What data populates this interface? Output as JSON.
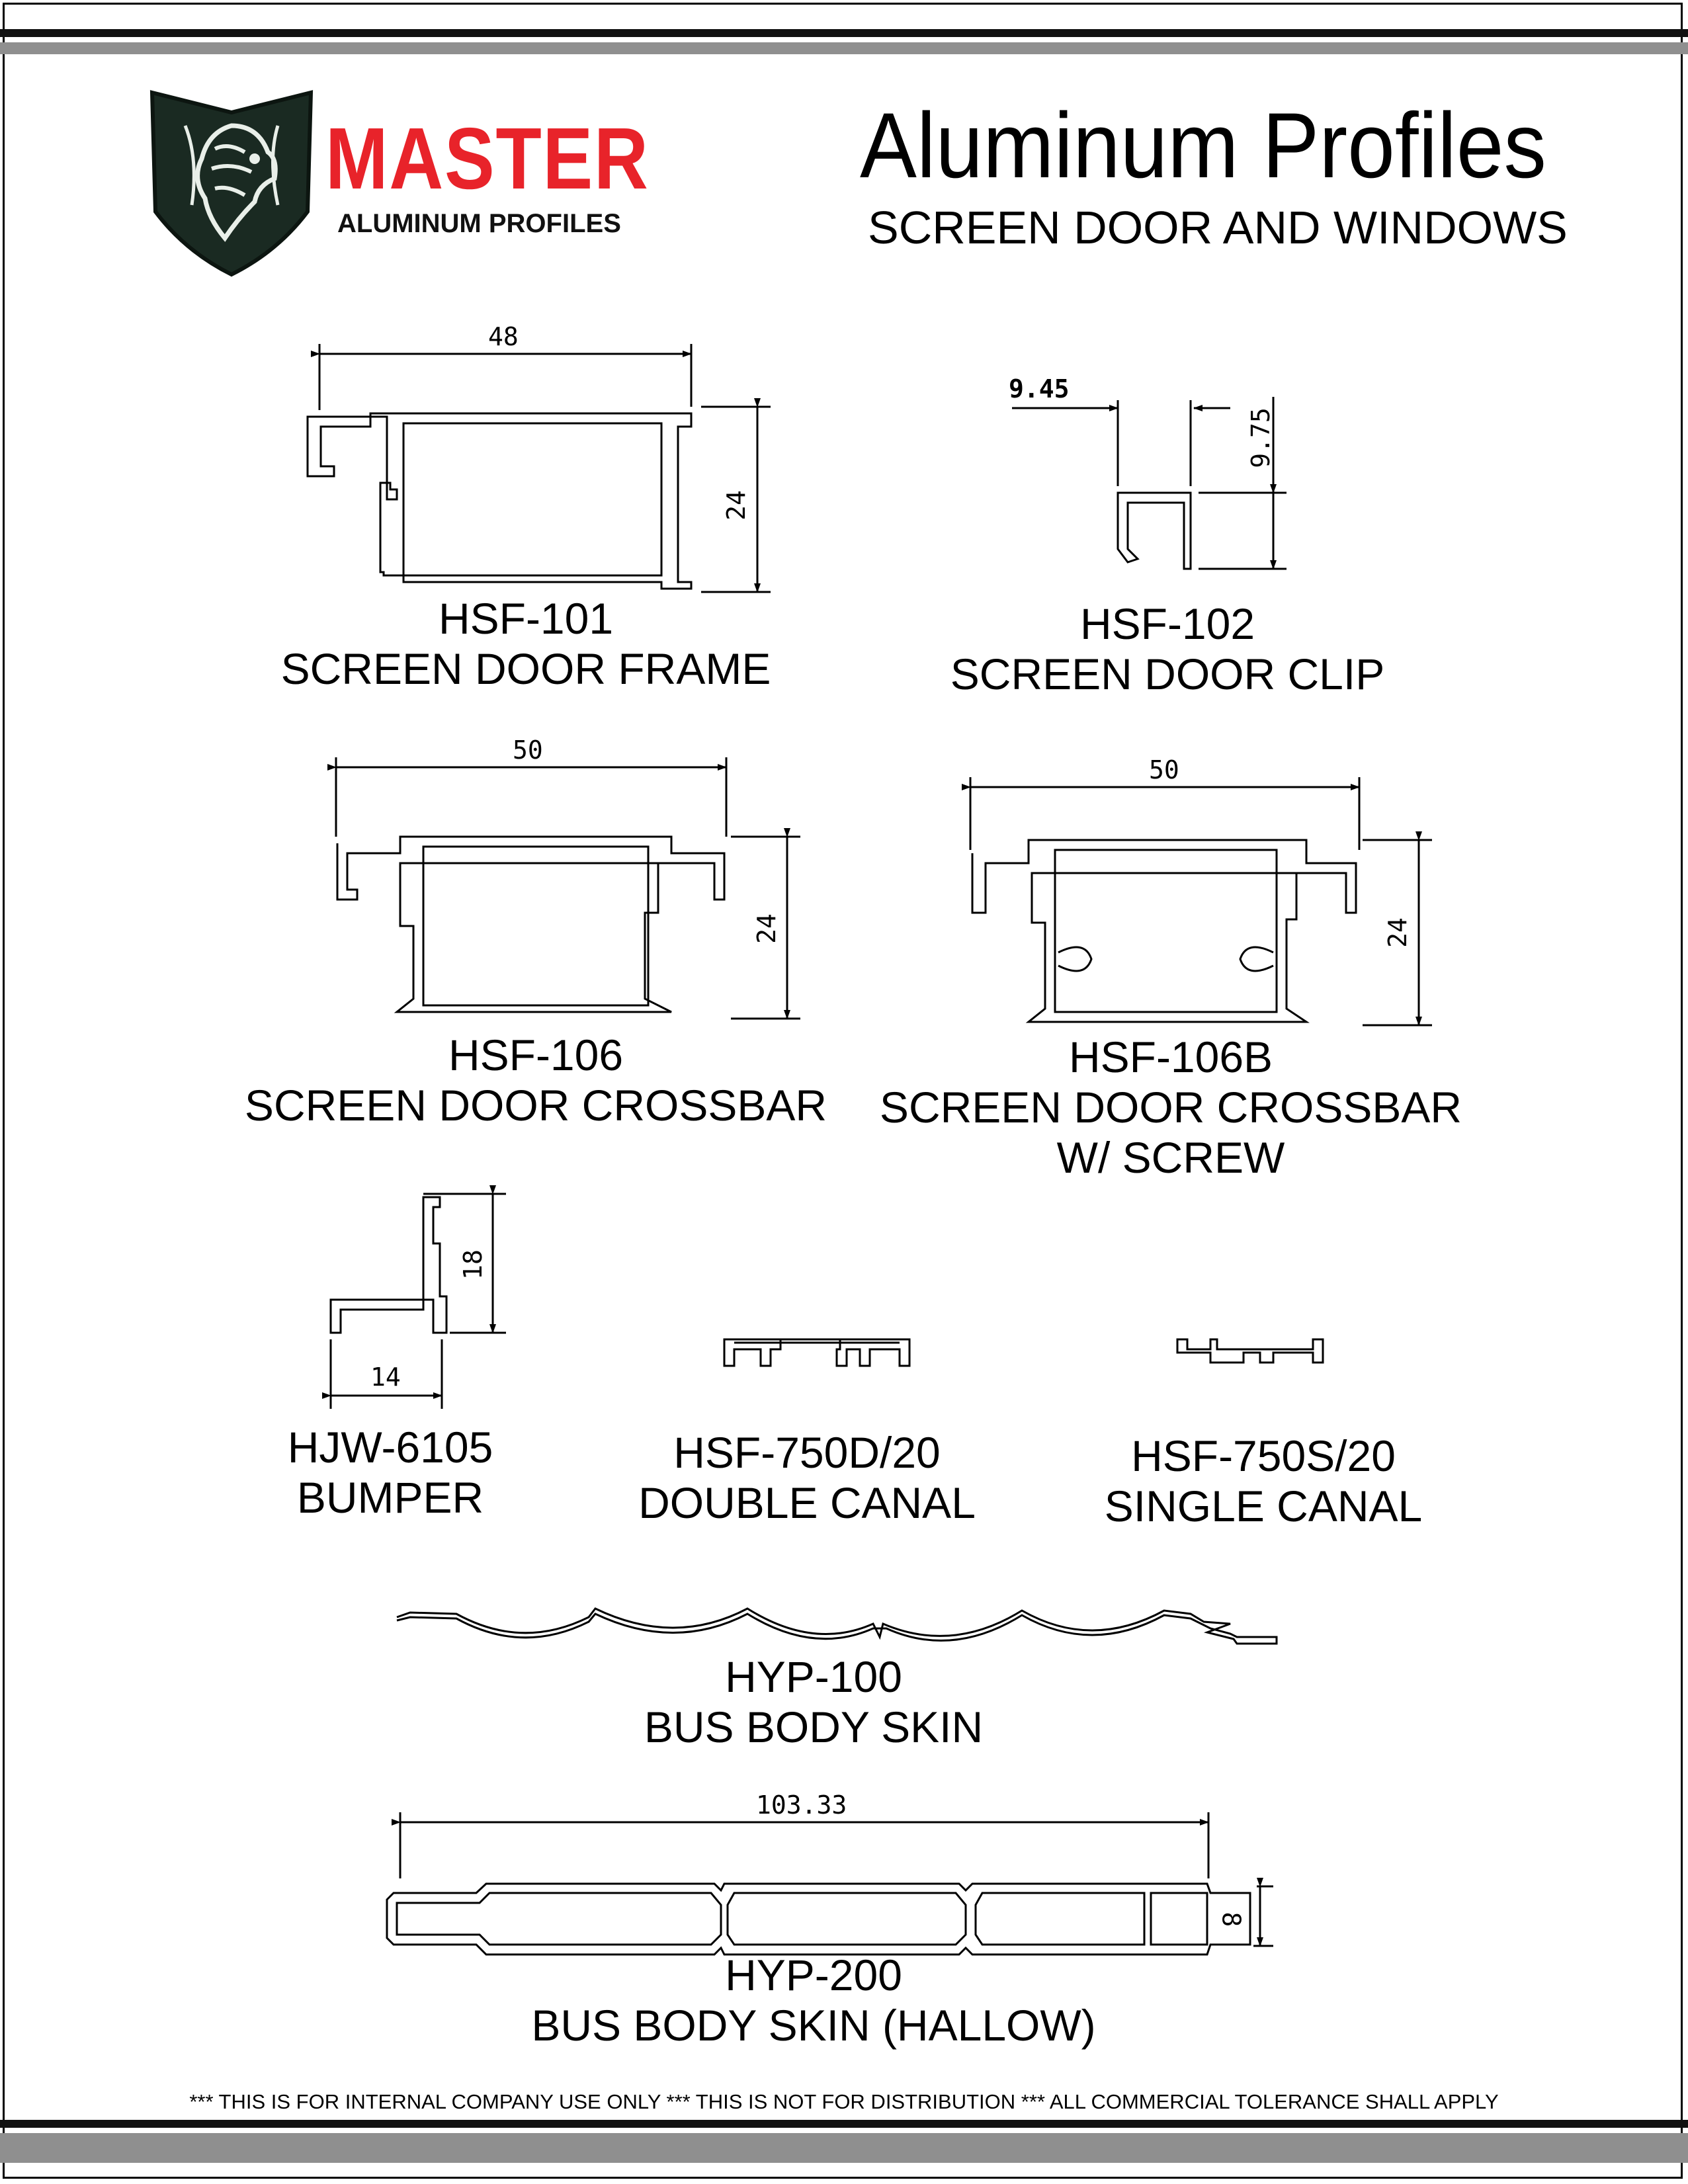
{
  "header": {
    "logo_word": "MASTER",
    "logo_sub": "ALUMINUM PROFILES",
    "title": "Aluminum Profiles",
    "subtitle": "SCREEN DOOR AND WINDOWS"
  },
  "profiles": [
    {
      "code": "HSF-101",
      "name": "SCREEN DOOR FRAME",
      "dims": [
        "48",
        "24"
      ]
    },
    {
      "code": "HSF-102",
      "name": "SCREEN DOOR CLIP",
      "dims": [
        "9.45",
        "9.75"
      ]
    },
    {
      "code": "HSF-106",
      "name": "SCREEN DOOR CROSSBAR",
      "dims": [
        "50",
        "24"
      ]
    },
    {
      "code": "HSF-106B",
      "name": "SCREEN DOOR CROSSBAR",
      "name2": "W/ SCREW",
      "dims": [
        "50",
        "24"
      ]
    },
    {
      "code": "HJW-6105",
      "name": "BUMPER",
      "dims": [
        "18",
        "14"
      ]
    },
    {
      "code": "HSF-750D/20",
      "name": "DOUBLE CANAL"
    },
    {
      "code": "HSF-750S/20",
      "name": "SINGLE CANAL"
    },
    {
      "code": "HYP-100",
      "name": "BUS BODY SKIN"
    },
    {
      "code": "HYP-200",
      "name": "BUS BODY SKIN (HALLOW)",
      "dims": [
        "103.33",
        "8"
      ]
    }
  ],
  "footer": {
    "disclaimer": "*** THIS IS FOR INTERNAL COMPANY USE ONLY *** THIS IS NOT FOR DISTRIBUTION *** ALL COMMERCIAL TOLERANCE SHALL APPLY"
  },
  "colors": {
    "logo_red": "#e8232a",
    "logo_dark": "#1a2a22",
    "bar_gray": "#8f8f8f"
  }
}
